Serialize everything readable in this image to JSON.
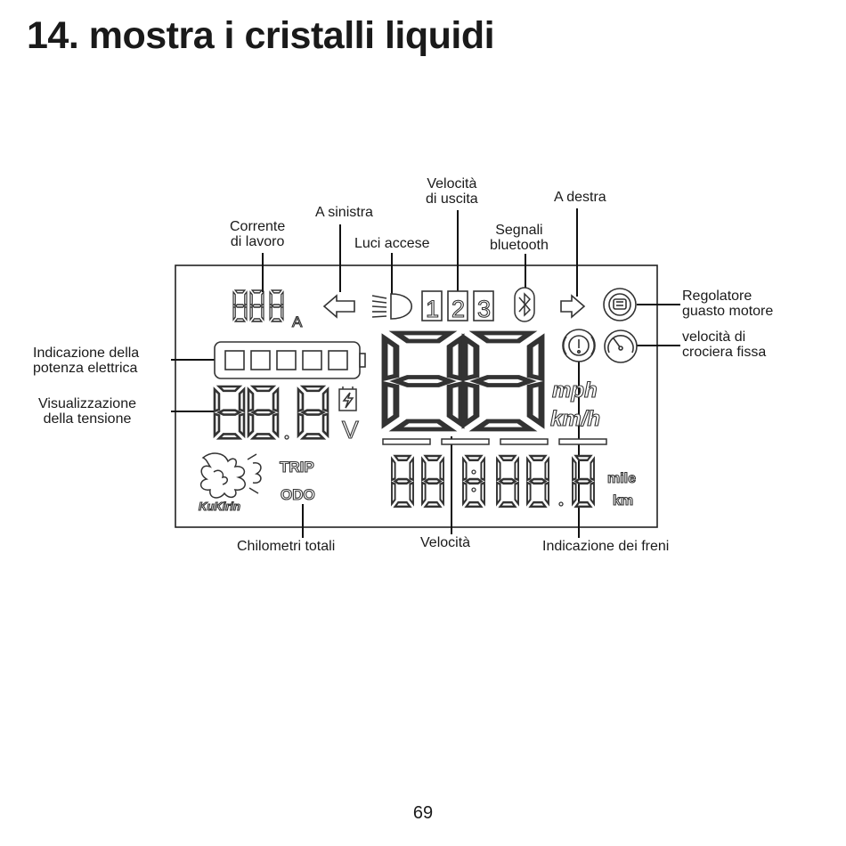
{
  "title": "14. mostra i cristalli liquidi",
  "page_number": "69",
  "labels": {
    "corrente": [
      "Corrente",
      "di lavoro"
    ],
    "sinistra": "A sinistra",
    "luci": "Luci accese",
    "velocita_uscita": [
      "Velocità",
      "di uscita"
    ],
    "segnali": [
      "Segnali",
      "bluetooth"
    ],
    "destra": "A destra",
    "regolatore": [
      "Regolatore",
      "guasto motore"
    ],
    "crociera": [
      "velocità di",
      "crociera fissa"
    ],
    "potenza": [
      "Indicazione della",
      "potenza elettrica"
    ],
    "tensione": [
      "Visualizzazione",
      "della tensione"
    ],
    "chilometri": "Chilometri totali",
    "velocita": "Velocità",
    "freni": "Indicazione dei freni"
  },
  "lcd": {
    "amp_unit": "A",
    "volt_unit": "V",
    "gears": [
      "1",
      "2",
      "3"
    ],
    "speed_unit_mph": "mph",
    "speed_unit_kmh": "km/h",
    "trip": "TRIP",
    "odo": "ODO",
    "dist_unit_mile": "mile",
    "dist_unit_km": "km",
    "brand": "KuKirin"
  },
  "colors": {
    "ink": "#1a1a1a",
    "lcd_outline": "#333333"
  },
  "icons": [
    "left-arrow-icon",
    "headlight-icon",
    "bluetooth-icon",
    "right-arrow-icon",
    "motor-fault-icon",
    "brake-icon",
    "cruise-icon",
    "battery-icon",
    "charge-icon",
    "dragon-logo-icon"
  ]
}
